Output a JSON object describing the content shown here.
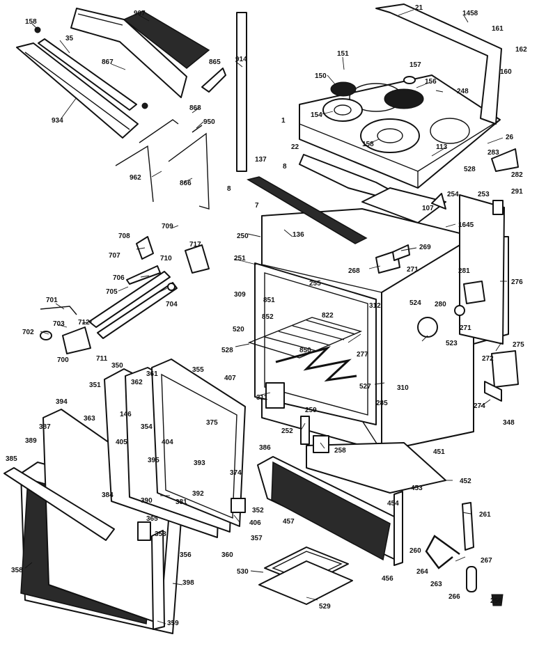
{
  "diagram": {
    "callouts": [
      {
        "id": "c158",
        "text": "158"
      },
      {
        "id": "c907",
        "text": "907"
      },
      {
        "id": "c914",
        "text": "914"
      },
      {
        "id": "c21",
        "text": "21"
      },
      {
        "id": "c1458",
        "text": "1458"
      },
      {
        "id": "c35",
        "text": "35"
      },
      {
        "id": "c867",
        "text": "867"
      },
      {
        "id": "c865",
        "text": "865"
      },
      {
        "id": "c151",
        "text": "151"
      },
      {
        "id": "c161",
        "text": "161"
      },
      {
        "id": "c162",
        "text": "162"
      },
      {
        "id": "c160",
        "text": "160"
      },
      {
        "id": "c150",
        "text": "150"
      },
      {
        "id": "c157",
        "text": "157"
      },
      {
        "id": "c156",
        "text": "156"
      },
      {
        "id": "c248",
        "text": "248"
      },
      {
        "id": "c934",
        "text": "934"
      },
      {
        "id": "c868",
        "text": "868"
      },
      {
        "id": "c950",
        "text": "950"
      },
      {
        "id": "c154",
        "text": "154"
      },
      {
        "id": "c1",
        "text": "1"
      },
      {
        "id": "c26",
        "text": "26"
      },
      {
        "id": "c158b",
        "text": "158"
      },
      {
        "id": "c113",
        "text": "113"
      },
      {
        "id": "c22",
        "text": "22"
      },
      {
        "id": "c283",
        "text": "283"
      },
      {
        "id": "c137",
        "text": "137"
      },
      {
        "id": "c962",
        "text": "962"
      },
      {
        "id": "c866",
        "text": "866"
      },
      {
        "id": "c8a",
        "text": "8"
      },
      {
        "id": "c528",
        "text": "528"
      },
      {
        "id": "c282",
        "text": "282"
      },
      {
        "id": "c254",
        "text": "254"
      },
      {
        "id": "c291",
        "text": "291"
      },
      {
        "id": "c253",
        "text": "253"
      },
      {
        "id": "c8b",
        "text": "8"
      },
      {
        "id": "c7",
        "text": "7"
      },
      {
        "id": "c107",
        "text": "107"
      },
      {
        "id": "c136",
        "text": "136"
      },
      {
        "id": "c1645",
        "text": "1645"
      },
      {
        "id": "c708",
        "text": "708"
      },
      {
        "id": "c709",
        "text": "709"
      },
      {
        "id": "c250",
        "text": "250"
      },
      {
        "id": "c717",
        "text": "717"
      },
      {
        "id": "c269",
        "text": "269"
      },
      {
        "id": "c707",
        "text": "707"
      },
      {
        "id": "c710",
        "text": "710"
      },
      {
        "id": "c251",
        "text": "251"
      },
      {
        "id": "c268",
        "text": "268"
      },
      {
        "id": "c271a",
        "text": "271"
      },
      {
        "id": "c281",
        "text": "281"
      },
      {
        "id": "c276",
        "text": "276"
      },
      {
        "id": "c706",
        "text": "706"
      },
      {
        "id": "c255",
        "text": "255"
      },
      {
        "id": "c705",
        "text": "705"
      },
      {
        "id": "c704",
        "text": "704"
      },
      {
        "id": "c309",
        "text": "309"
      },
      {
        "id": "c851",
        "text": "851"
      },
      {
        "id": "c312",
        "text": "312"
      },
      {
        "id": "c524",
        "text": "524"
      },
      {
        "id": "c280",
        "text": "280"
      },
      {
        "id": "c701",
        "text": "701"
      },
      {
        "id": "c852",
        "text": "852"
      },
      {
        "id": "c822",
        "text": "822"
      },
      {
        "id": "c271b",
        "text": "271"
      },
      {
        "id": "c712",
        "text": "712"
      },
      {
        "id": "c703",
        "text": "703"
      },
      {
        "id": "c520",
        "text": "520"
      },
      {
        "id": "c702",
        "text": "702"
      },
      {
        "id": "c523",
        "text": "523"
      },
      {
        "id": "c275",
        "text": "275"
      },
      {
        "id": "c528b",
        "text": "528"
      },
      {
        "id": "c850",
        "text": "850"
      },
      {
        "id": "c277",
        "text": "277"
      },
      {
        "id": "c700",
        "text": "700"
      },
      {
        "id": "c711",
        "text": "711"
      },
      {
        "id": "c272",
        "text": "272"
      },
      {
        "id": "c350",
        "text": "350"
      },
      {
        "id": "c355",
        "text": "355"
      },
      {
        "id": "c361",
        "text": "361"
      },
      {
        "id": "c362",
        "text": "362"
      },
      {
        "id": "c351",
        "text": "351"
      },
      {
        "id": "c407",
        "text": "407"
      },
      {
        "id": "c527",
        "text": "527"
      },
      {
        "id": "c310",
        "text": "310"
      },
      {
        "id": "c311",
        "text": "311"
      },
      {
        "id": "c274",
        "text": "274"
      },
      {
        "id": "c394",
        "text": "394"
      },
      {
        "id": "c285",
        "text": "285"
      },
      {
        "id": "c259",
        "text": "259"
      },
      {
        "id": "c146",
        "text": "146"
      },
      {
        "id": "c375",
        "text": "375"
      },
      {
        "id": "c348",
        "text": "348"
      },
      {
        "id": "c363",
        "text": "363"
      },
      {
        "id": "c354",
        "text": "354"
      },
      {
        "id": "c387",
        "text": "387"
      },
      {
        "id": "c252",
        "text": "252"
      },
      {
        "id": "c405",
        "text": "405"
      },
      {
        "id": "c258",
        "text": "258"
      },
      {
        "id": "c404",
        "text": "404"
      },
      {
        "id": "c389",
        "text": "389"
      },
      {
        "id": "c386",
        "text": "386"
      },
      {
        "id": "c451",
        "text": "451"
      },
      {
        "id": "c395",
        "text": "395"
      },
      {
        "id": "c374",
        "text": "374"
      },
      {
        "id": "c393",
        "text": "393"
      },
      {
        "id": "c385",
        "text": "385"
      },
      {
        "id": "c452",
        "text": "452"
      },
      {
        "id": "c453",
        "text": "453"
      },
      {
        "id": "c381",
        "text": "381"
      },
      {
        "id": "c392",
        "text": "392"
      },
      {
        "id": "c454",
        "text": "454"
      },
      {
        "id": "c384",
        "text": "384"
      },
      {
        "id": "c390",
        "text": "390"
      },
      {
        "id": "c352",
        "text": "352"
      },
      {
        "id": "c261",
        "text": "261"
      },
      {
        "id": "c457",
        "text": "457"
      },
      {
        "id": "c406",
        "text": "406"
      },
      {
        "id": "c365",
        "text": "365"
      },
      {
        "id": "c353",
        "text": "353"
      },
      {
        "id": "c357",
        "text": "357"
      },
      {
        "id": "c260",
        "text": "260"
      },
      {
        "id": "c356",
        "text": "356"
      },
      {
        "id": "c360",
        "text": "360"
      },
      {
        "id": "c267",
        "text": "267"
      },
      {
        "id": "c264",
        "text": "264"
      },
      {
        "id": "c358",
        "text": "358"
      },
      {
        "id": "c530",
        "text": "530"
      },
      {
        "id": "c456",
        "text": "456"
      },
      {
        "id": "c263",
        "text": "263"
      },
      {
        "id": "c398",
        "text": "398"
      },
      {
        "id": "c266",
        "text": "266"
      },
      {
        "id": "c256",
        "text": "256"
      },
      {
        "id": "c529",
        "text": "529"
      },
      {
        "id": "c359",
        "text": "359"
      }
    ]
  }
}
